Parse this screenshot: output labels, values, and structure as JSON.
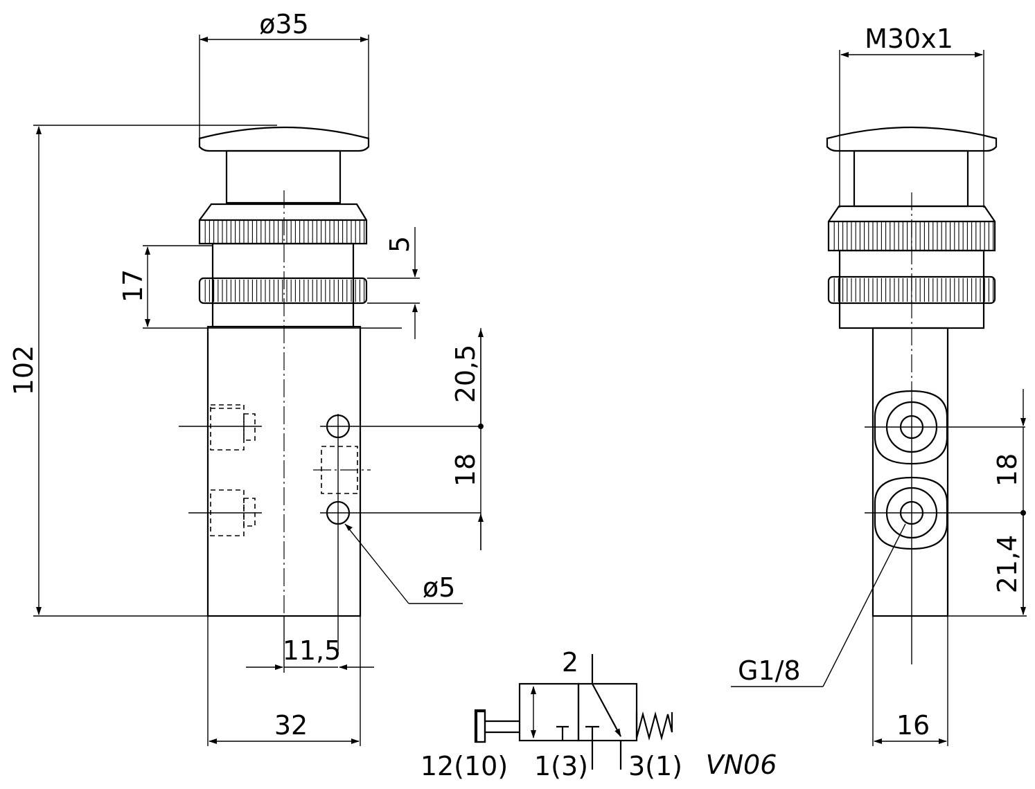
{
  "dimensions": {
    "knob_diameter": "ø35",
    "thread": "M30x1",
    "overall_height": "102",
    "collar_height": "17",
    "ring_width": "5",
    "port_offset_top": "20,5",
    "port_spacing_front": "18",
    "port_spacing_side": "18",
    "port_offset_bottom": "21,4",
    "mount_hole": "ø5",
    "hole_offset": "11,5",
    "body_width": "32",
    "side_width": "16",
    "port_thread": "G1/8"
  },
  "symbol": {
    "port_2": "2",
    "port_12_10": "12(10)",
    "port_1_3": "1(3)",
    "port_3_1": "3(1)",
    "model": "VN06"
  }
}
